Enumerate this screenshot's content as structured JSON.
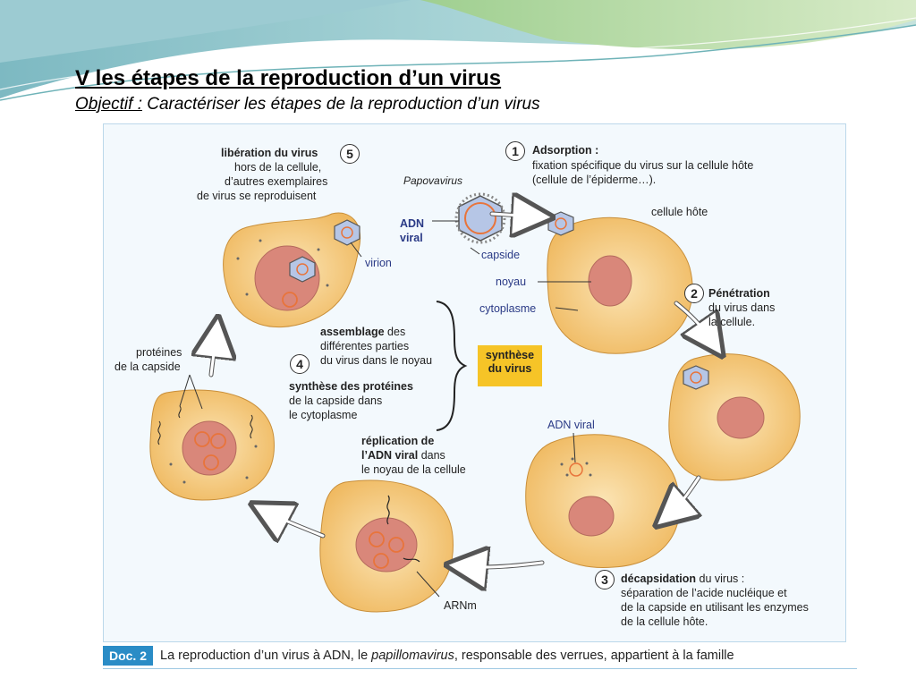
{
  "slide": {
    "title": "V les étapes de la reproduction d’un virus",
    "objective_label": "Objectif :",
    "objective_text": " Caractériser les étapes de la reproduction d’un virus"
  },
  "diagram": {
    "step1": {
      "number": "1",
      "title": "Adsorption :",
      "line1": "fixation spécifique du virus sur la cellule hôte",
      "line2": "(cellule de l’épiderme…)."
    },
    "virus_name": "Papovavirus",
    "adn_viral_line1": "ADN",
    "adn_viral_line2": "viral",
    "capside": "capside",
    "cellule_hote": "cellule hôte",
    "noyau": "noyau",
    "cytoplasme": "cytoplasme",
    "step2": {
      "number": "2",
      "title": "Pénétration",
      "line1": "du virus dans",
      "line2": "la cellule."
    },
    "synthese": {
      "line1": "synthèse",
      "line2": "du virus"
    },
    "adn_viral_label": "ADN viral",
    "step3": {
      "number": "3",
      "title": "décapsidation",
      "title_rest": " du virus :",
      "line1": "séparation de l’acide nucléique et",
      "line2": "de la capside en utilisant les enzymes",
      "line3": "de la cellule hôte."
    },
    "arnm": "ARNm",
    "replication": {
      "title1": "réplication de",
      "title2": "l’ADN viral",
      "title2_rest": " dans",
      "line3": "le noyau de la cellule"
    },
    "step4": {
      "number": "4",
      "title1": "synthèse des protéines",
      "line2": "de la capside dans",
      "line3": "le cytoplasme"
    },
    "assemblage": {
      "title": "assemblage",
      "title_rest": " des",
      "line2": "différentes parties",
      "line3": "du virus  dans le noyau"
    },
    "proteines": {
      "line1": "protéines",
      "line2": "de la capside"
    },
    "step5": {
      "number": "5",
      "title": "libération du virus",
      "line2": "hors de la cellule,",
      "line3": "d’autres exemplaires",
      "line4": "de virus se reproduisent"
    },
    "virion": "virion"
  },
  "caption": {
    "badge": "Doc. 2",
    "text_before": "La reproduction d’un virus à ADN, le ",
    "text_italic": "papillomavirus",
    "text_after": ", responsable des verrues, appartient à la famille"
  },
  "colors": {
    "cell_fill": "#f7d089",
    "nucleus_fill": "#d9877a",
    "virus_fill": "#8fa8d6",
    "dna_ring": "#e8743b",
    "highlight": "#f6c427",
    "doc_badge": "#2a8cc6"
  }
}
